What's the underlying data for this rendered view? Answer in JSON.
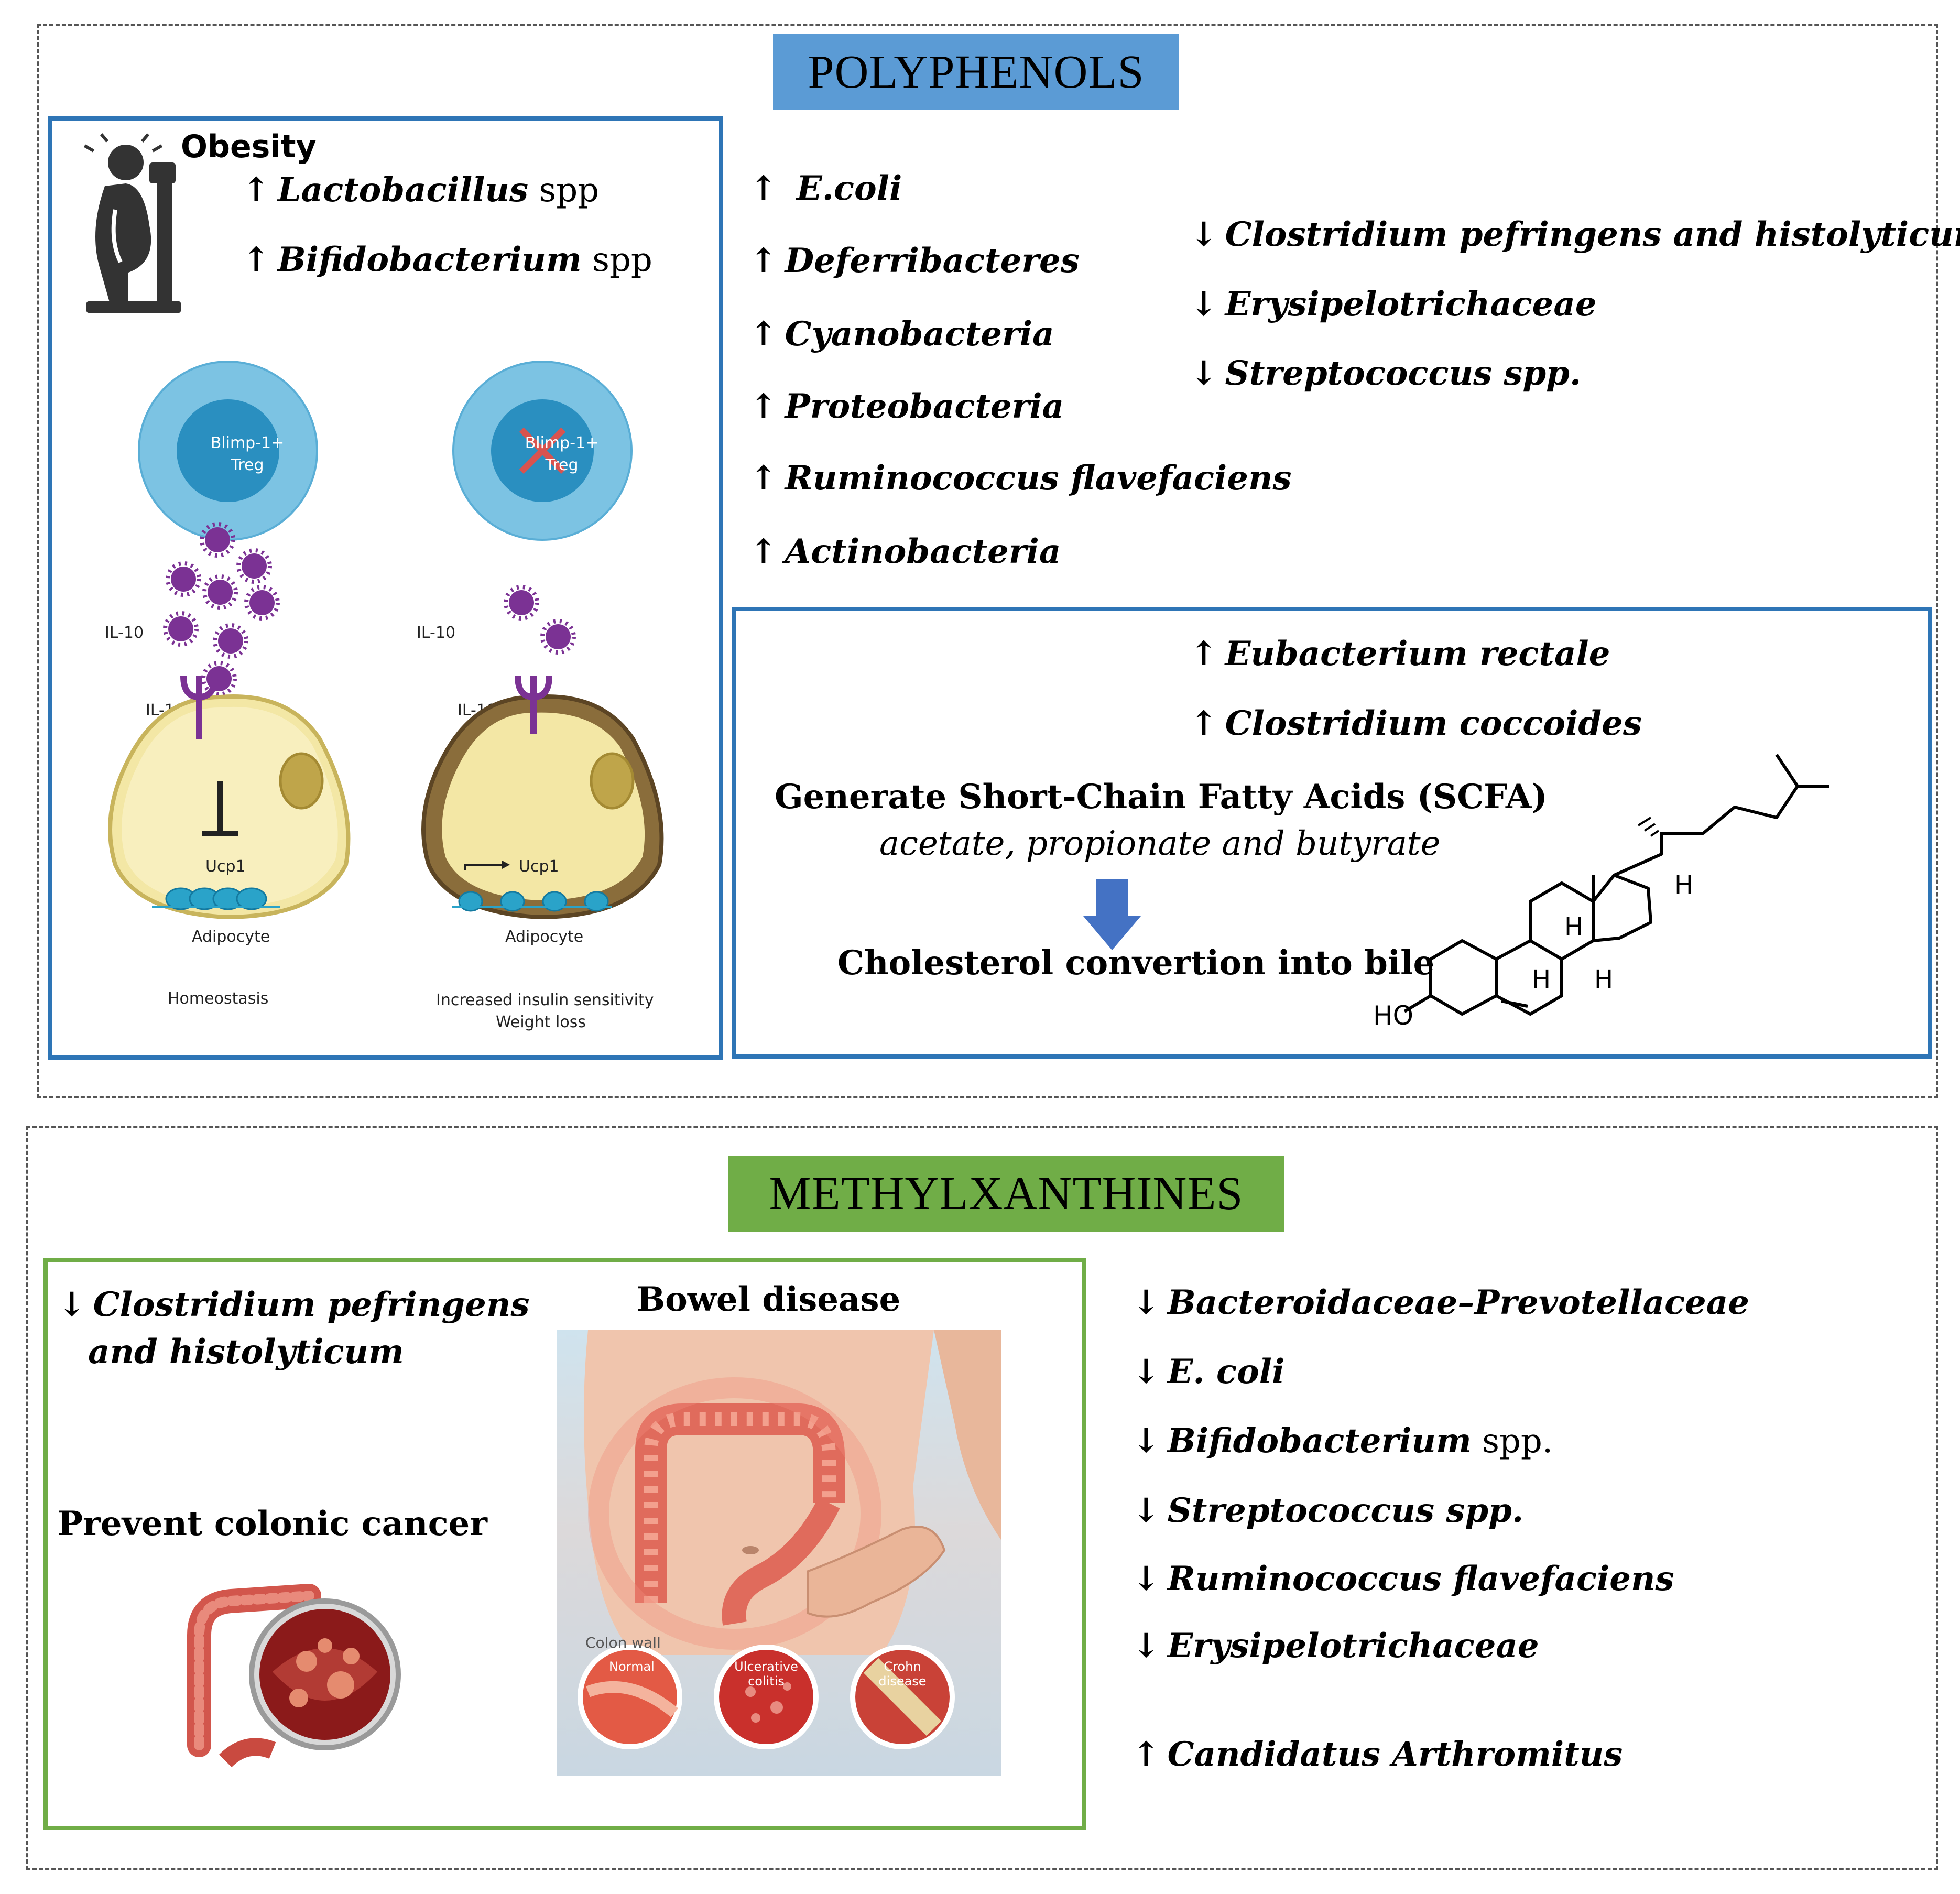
{
  "polyphenols": {
    "title": "POLYPHENOLS",
    "obesity_panel": {
      "heading": "Obesity",
      "items": [
        {
          "arrow": "↑",
          "name": "Lactobacillus",
          "suffix": " spp"
        },
        {
          "arrow": "↑",
          "name": "Bifidobacterium",
          "suffix": " spp"
        }
      ],
      "cell_label": "Blimp-1+",
      "cell_label2": "Treg",
      "il10": "IL-10",
      "il10r": "IL-10R",
      "ucp1": "Ucp1",
      "adipocyte": "Adipocyte",
      "caption_left": "Homeostasis",
      "caption_right_1": "Increased insulin sensitivity",
      "caption_right_2": "Weight loss"
    },
    "increases": [
      {
        "arrow": "↑",
        "name": "E.coli"
      },
      {
        "arrow": "↑",
        "name": "Deferribacteres"
      },
      {
        "arrow": "↑",
        "name": "Cyanobacteria"
      },
      {
        "arrow": "↑",
        "name": "Proteobacteria"
      },
      {
        "arrow": "↑",
        "name": "Ruminococcus flavefaciens"
      },
      {
        "arrow": "↑",
        "name": "Actinobacteria"
      }
    ],
    "decreases": [
      {
        "arrow": "↓",
        "name": "Clostridium pefringens and histolyticum"
      },
      {
        "arrow": "↓",
        "name": "Erysipelotrichaceae"
      },
      {
        "arrow": "↓",
        "name": "Streptococcus spp."
      }
    ],
    "scfa_panel": {
      "items": [
        {
          "arrow": "↑",
          "name": "Eubacterium rectale"
        },
        {
          "arrow": "↑",
          "name": "Clostridium coccoides"
        }
      ],
      "generate": "Generate Short-Chain Fatty Acids (SCFA)",
      "acids": "acetate, propionate and butyrate",
      "cholesterol": "Cholesterol convertion into bile",
      "ho": "HO",
      "h": "H"
    }
  },
  "methylxanthines": {
    "title": "METHYLXANTHINES",
    "panel": {
      "item_arrow": "↓",
      "item_line1": "Clostridium pefringens",
      "item_line2": "and histolyticum",
      "prevent": "Prevent colonic cancer",
      "bowel": "Bowel disease",
      "colon_wall": "Colon wall",
      "normal": "Normal",
      "ulcerative": "Ulcerative colitis",
      "crohn": "Crohn disease"
    },
    "list": [
      {
        "arrow": "↓",
        "name": "Bacteroidaceae–Prevotellaceae",
        "suffix": ""
      },
      {
        "arrow": "↓",
        "name": "E. coli",
        "suffix": ""
      },
      {
        "arrow": "↓",
        "name": "Bifidobacterium",
        "suffix": " spp."
      },
      {
        "arrow": "↓",
        "name": "Streptococcus spp.",
        "suffix": ""
      },
      {
        "arrow": "↓",
        "name": "Ruminococcus flavefaciens",
        "suffix": ""
      },
      {
        "arrow": "↓",
        "name": "Erysipelotrichaceae",
        "suffix": ""
      },
      {
        "arrow": "↑",
        "name": "Candidatus Arthromitus",
        "suffix": ""
      }
    ]
  },
  "colors": {
    "poly_title_bg": "#5b9bd5",
    "methyl_title_bg": "#70ad47",
    "blue_border": "#2e75b6",
    "green_border": "#70ad47",
    "arrow_blue": "#4472c4",
    "il10_purple": "#7b3294",
    "treg_outer": "#7cc3e3",
    "treg_inner": "#2a8fc0"
  }
}
